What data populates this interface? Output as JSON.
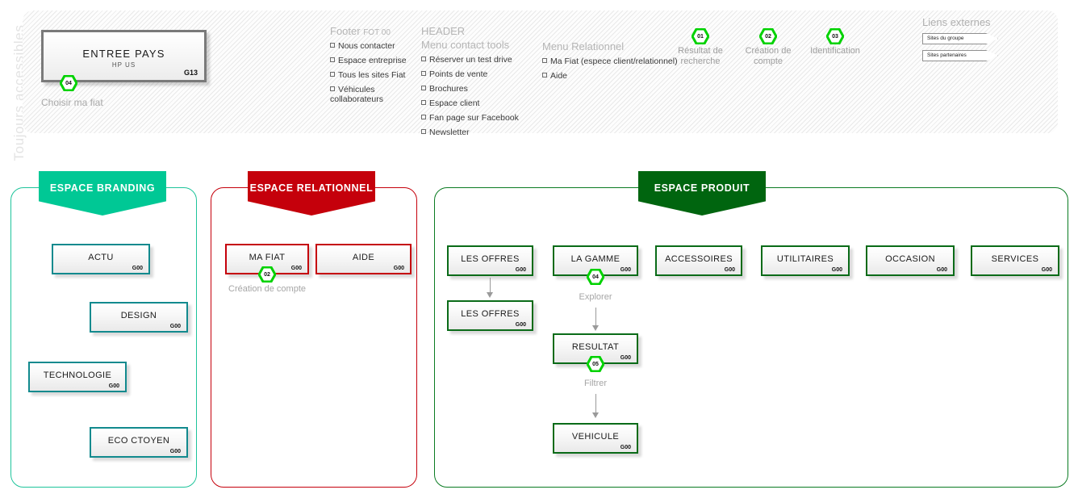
{
  "side_label": "Toujours  accessibles",
  "entree": {
    "title": "ENTREE  PAYS",
    "subtitle": "HP  US",
    "code": "G13",
    "badge": "04",
    "caption": "Choisir ma  fiat"
  },
  "header": {
    "footer_col": {
      "title": "Footer",
      "title_code": "FOT 00",
      "items": [
        "Nous contacter",
        "Espace entreprise",
        "Tous les sites Fiat",
        "Véhicules collaborateurs"
      ]
    },
    "header_col": {
      "title": "HEADER",
      "subtitle": "Menu contact tools",
      "items": [
        "Réserver un test drive",
        "Points de  vente",
        "Brochures",
        "Espace client",
        "Fan page  sur Facebook",
        "Newsletter"
      ]
    },
    "relationnel_col": {
      "title": "Menu Relationnel",
      "items": [
        "Ma Fiat (espece client/relationnel)",
        "Aide"
      ]
    },
    "steps": [
      {
        "badge": "01",
        "caption": "Résultat de recherche"
      },
      {
        "badge": "02",
        "caption": "Création de compte"
      },
      {
        "badge": "03",
        "caption": "Identification"
      }
    ],
    "liens": {
      "title": "Liens externes",
      "buttons": [
        "Sites du groupe",
        "Sites partenaires"
      ]
    }
  },
  "spaces": {
    "branding": {
      "banner": "ESPACE BRANDING",
      "color": "#00c895",
      "nodes": [
        {
          "label": "ACTU",
          "code": "G00"
        },
        {
          "label": "DESIGN",
          "code": "G00"
        },
        {
          "label": "TECHNOLOGIE",
          "code": "G00"
        },
        {
          "label": "ECO  CTOYEN",
          "code": "G00"
        }
      ]
    },
    "relationnel": {
      "banner": "ESPACE RELATIONNEL",
      "color": "#c5000b",
      "nodes": [
        {
          "label": "MA FIAT",
          "code": "G00",
          "badge": "02",
          "caption": "Création de compte"
        },
        {
          "label": "AIDE",
          "code": "G00"
        }
      ]
    },
    "produit": {
      "banner": "ESPACE PRODUIT",
      "color": "#00650f",
      "nodes": [
        {
          "label": "LES OFFRES",
          "code": "G00"
        },
        {
          "label": "LES OFFRES",
          "code": "G00"
        },
        {
          "label": "LA GAMME",
          "code": "G00",
          "badge": "04"
        },
        {
          "label": "RESULTAT",
          "code": "G00",
          "badge": "05"
        },
        {
          "label": "VEHICULE",
          "code": "G00"
        },
        {
          "label": "ACCESSOIRES",
          "code": "G00"
        },
        {
          "label": "UTILITAIRES",
          "code": "G00"
        },
        {
          "label": "OCCASION",
          "code": "G00"
        },
        {
          "label": "SERVICES",
          "code": "G00"
        }
      ],
      "flow_labels": [
        "Explorer",
        "Filtrer"
      ]
    }
  }
}
